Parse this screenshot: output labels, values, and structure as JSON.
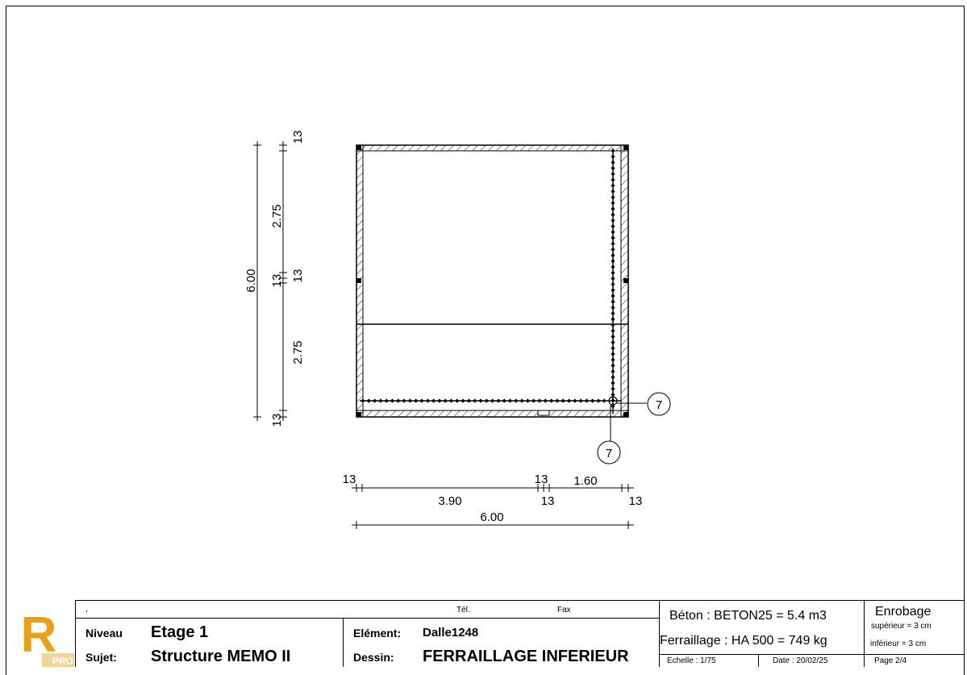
{
  "drawing": {
    "vertical_dims": {
      "total": "6.00",
      "top_gap": "13",
      "upper_span": "2.75",
      "mid_gap_left": "13",
      "mid_gap_right": "13",
      "lower_span": "2.75",
      "bottom_gap": "13"
    },
    "horizontal_dims": {
      "left_gap": "13",
      "span_left": "3.90",
      "mid_gap_top": "13",
      "mid_gap_bottom": "13",
      "span_right": "1.60",
      "right_gap": "13",
      "total": "6.00"
    },
    "marker_right": "7",
    "marker_bottom": "7"
  },
  "title_block": {
    "top_line_dot": ",",
    "tel_label": "Tél.",
    "fax_label": "Fax",
    "niveau_label": "Niveau",
    "niveau_value": "Etage 1",
    "sujet_label": "Sujet:",
    "sujet_value": "Structure MEMO II",
    "element_label": "Elément:",
    "element_value": "Dalle1248",
    "dessin_label": "Dessin:",
    "dessin_value": "FERRAILLAGE INFERIEUR",
    "beton": "Béton : BETON25 = 5.4 m3",
    "ferraillage": "Ferraillage : HA 500 = 749 kg",
    "echelle": "Echelle : 1/75",
    "date": "Date : 20/02/25",
    "enrobage_title": "Enrobage",
    "enrobage_sup": "supérieur = 3 cm",
    "enrobage_inf": "inférieur = 3 cm",
    "page": "Page 2/4",
    "logo_letter": "R",
    "logo_badge": "PRO"
  }
}
